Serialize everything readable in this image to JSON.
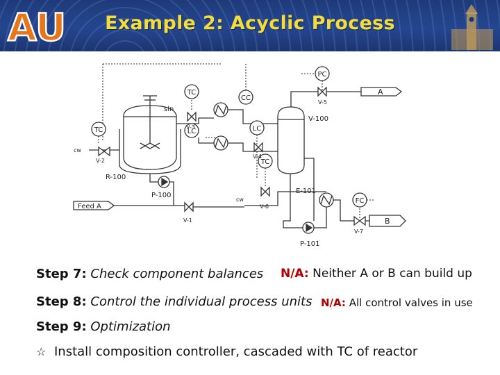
{
  "header": {
    "title": "Example 2: Acyclic Process",
    "logo_text": "AU"
  },
  "diagram": {
    "labels": {
      "pc": "PC",
      "v5": "V-5",
      "a": "A",
      "tc1": "TC",
      "cc": "CC",
      "sln": "sln",
      "v3": "V-3",
      "v100": "V-100",
      "tc2": "TC",
      "lc1": "LC",
      "lc2": "LC",
      "cw1": "cw",
      "v2": "V-2",
      "v4": "V-4",
      "tc3": "TC",
      "r100": "R-100",
      "e101": "E-101",
      "p100": "P-100",
      "cw2": "cw",
      "fc": "FC",
      "v6": "V-6",
      "feed": "Feed A",
      "v7": "V-7",
      "b": "B",
      "v1": "V-1",
      "p101": "P-101"
    }
  },
  "steps": [
    {
      "label": "Step 7:",
      "text": "Check component balances"
    },
    {
      "label": "Step 8:",
      "text": "Control the individual process units"
    },
    {
      "label": "Step 9:",
      "text": "Optimization"
    }
  ],
  "notes": [
    {
      "label": "N/A:",
      "text": "Neither A or B can build up"
    },
    {
      "label": "N/A:",
      "text": "All control valves in use"
    }
  ],
  "bullet": {
    "text": "Install composition controller, cascaded with TC of reactor"
  },
  "colors": {
    "header_blue": "#24468f",
    "title_yellow": "#f2dd3c",
    "na_red": "#b00000",
    "logo_orange": "#e8751a"
  }
}
